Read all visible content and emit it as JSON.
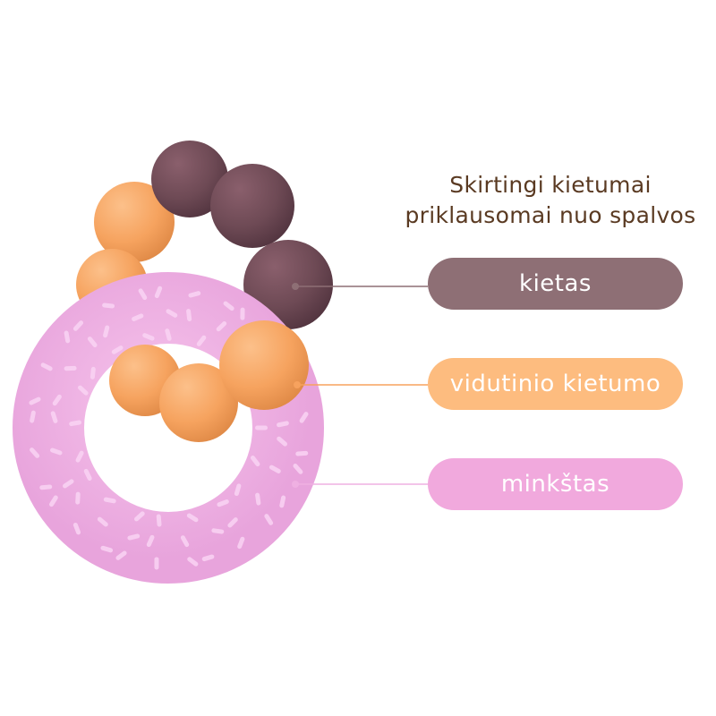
{
  "heading": {
    "line1": "Skirtingi kietumai",
    "line2": "priklausomai nuo spalvos"
  },
  "labels": {
    "hard": "kietas",
    "medium": "vidutinio kietumo",
    "soft": "minkštas"
  },
  "colors": {
    "hard": "#6e4a55",
    "medium": "#f7a25e",
    "soft": "#efb0e2",
    "heading_text": "#5a3a22",
    "pill_hard": "#8e6f75",
    "pill_medium": "#fdbc7f",
    "pill_soft": "#f1a9dd"
  }
}
